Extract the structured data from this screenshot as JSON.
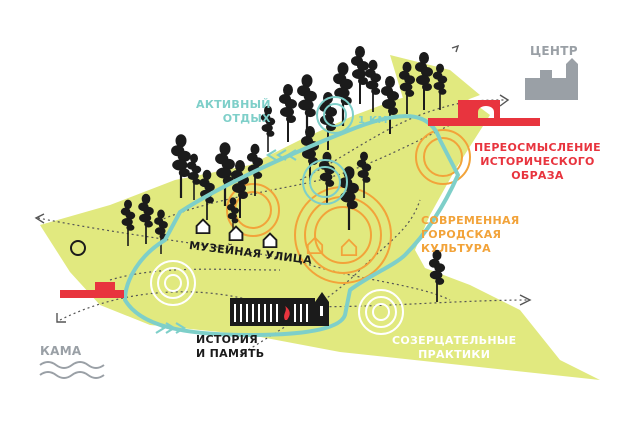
{
  "labels": {
    "center": "ЦЕНТР",
    "kama": "КАМА",
    "active_rest": [
      "АКТИВНЫЙ",
      "ОТДЫХ"
    ],
    "km": "1 КМ",
    "rethinking": [
      "ПЕРЕОСМЫСЛЕНИЕ",
      "ИСТОРИЧЕСКОГО",
      "ОБРАЗА"
    ],
    "modern_culture": [
      "СОВРЕМЕННАЯ",
      "ГОРОДСКАЯ",
      "КУЛЬТУРА"
    ],
    "museum_street": "МУЗЕЙНАЯ УЛИЦА",
    "history_memory": [
      "ИСТОРИЯ",
      "И ПАМЯТЬ"
    ],
    "contemplative": [
      "СОЗЕРЦАТЕЛЬНЫЕ",
      "ПРАКТИКИ"
    ]
  },
  "colors": {
    "park": "#e1e97f",
    "route": "#7ecfc9",
    "red": "#e8343e",
    "orange": "#f2a33a",
    "gray": "#9aa0a6",
    "black": "#1b1b1b"
  },
  "icons": {
    "center": "city-skyline-icon",
    "kama": "water-waves-icon",
    "trees": "pine-tree-icon",
    "houses": "house-icon",
    "museum": "museum-building-icon"
  }
}
